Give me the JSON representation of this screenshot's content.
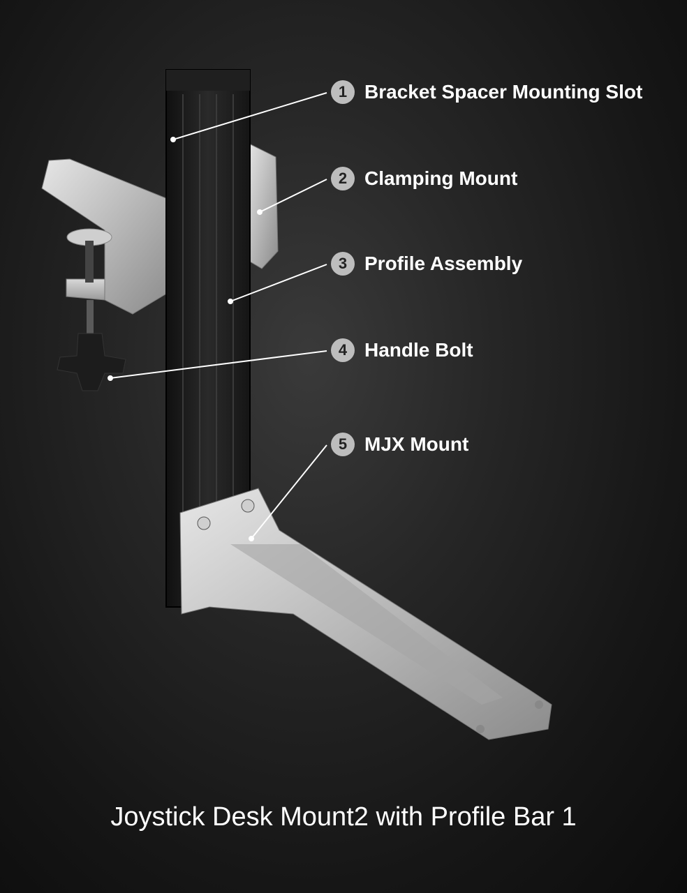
{
  "callouts": [
    {
      "number": "1",
      "label": "Bracket Spacer Mounting Slot"
    },
    {
      "number": "2",
      "label": "Clamping Mount"
    },
    {
      "number": "3",
      "label": "Profile Assembly"
    },
    {
      "number": "4",
      "label": "Handle Bolt"
    },
    {
      "number": "5",
      "label": "MJX Mount"
    }
  ],
  "caption": "Joystick Desk Mount2 with Profile Bar 1"
}
